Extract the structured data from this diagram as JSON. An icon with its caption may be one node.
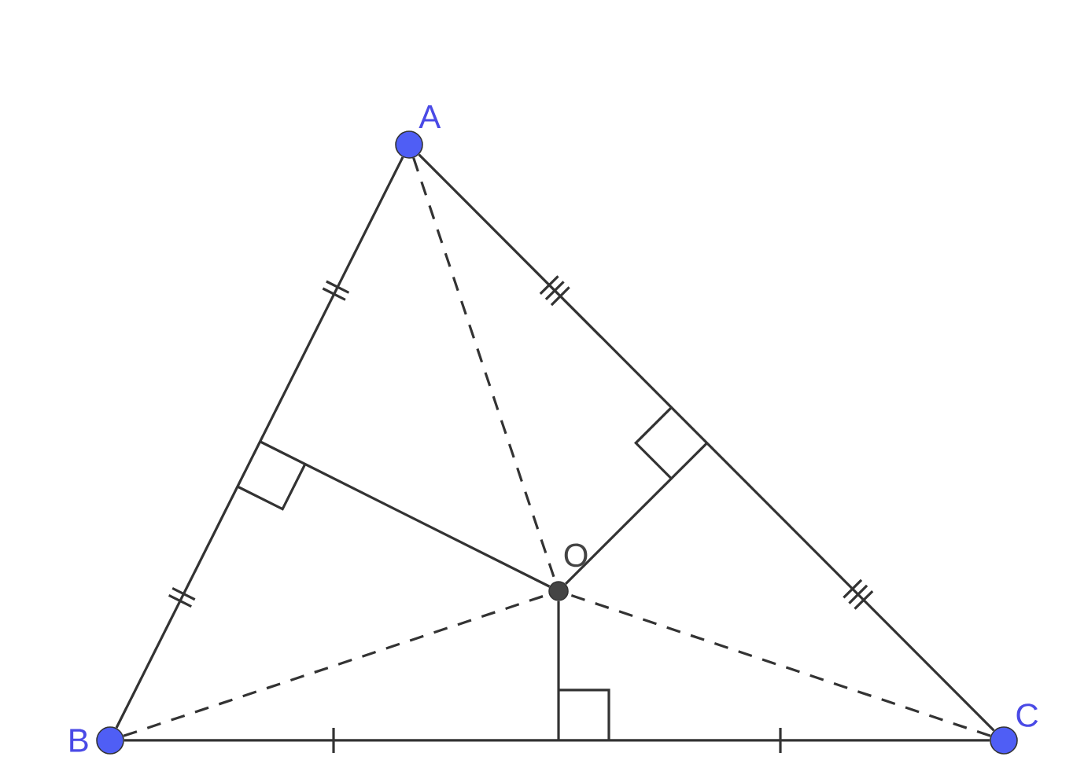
{
  "diagram": {
    "nodes": [
      {
        "text": [
          "A"
        ]
      },
      {
        "text": [
          "B"
        ]
      },
      {
        "text": [
          "C"
        ]
      },
      {
        "text": [
          "O"
        ]
      },
      {
        "text": [],
        "shape": "box"
      },
      {
        "text": [],
        "shape": "box"
      },
      {
        "text": [],
        "shape": "box"
      }
    ],
    "edges": [
      {
        "from": 0,
        "to": 1,
        "arrow": "none"
      },
      {
        "from": 1,
        "to": 2,
        "arrow": "none"
      },
      {
        "from": 2,
        "to": 0,
        "arrow": "none"
      },
      {
        "from": 0,
        "to": 3,
        "arrow": "none",
        "style": "dashed"
      },
      {
        "from": 1,
        "to": 3,
        "arrow": "none",
        "style": "dashed"
      },
      {
        "from": 2,
        "to": 3,
        "arrow": "none",
        "style": "dashed"
      },
      {
        "from": 3,
        "to": 4,
        "arrow": "none"
      },
      {
        "from": 3,
        "to": 5,
        "arrow": "none"
      },
      {
        "from": 3,
        "to": 6,
        "arrow": "none"
      }
    ]
  }
}
